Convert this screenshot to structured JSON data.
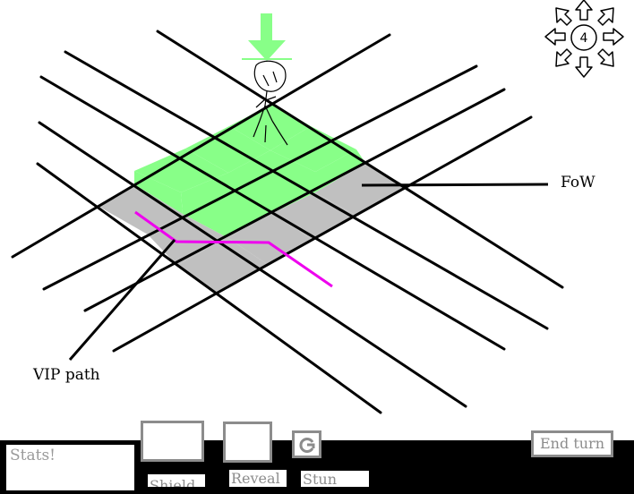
{
  "annotations": {
    "fow_label": "FoW",
    "vip_path_label": "VIP path"
  },
  "moves_remaining": "4",
  "hud": {
    "stats_text": "Stats!",
    "abilities": {
      "shield_label": "Shield",
      "reveal_label": "Reveal",
      "stun_label": "Stun"
    },
    "end_turn_label": "End turn"
  },
  "colors": {
    "revealed_tile": "#88ff88",
    "fog_of_war_tile": "#c0c0c0",
    "vip_path": "#ee00ee",
    "spawn_arrow": "#88ff88",
    "hud_background": "#000000",
    "grid_lines": "#000000"
  }
}
